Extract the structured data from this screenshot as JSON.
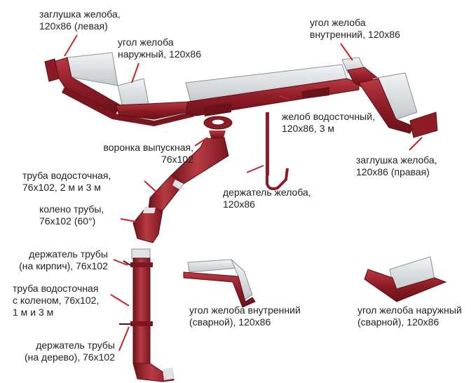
{
  "colors": {
    "gutter_red": "#8e1c26",
    "gutter_red_dark": "#6a121a",
    "gutter_red_light": "#b83a44",
    "inner_silver": "#dfe3e6",
    "inner_silver_dark": "#b9bfc4",
    "leader_red": "#c8242e",
    "text": "#222222"
  },
  "labels": {
    "cap_left": {
      "line1": "заглушка желоба,",
      "line2": "120х86 (левая)"
    },
    "corner_outer": {
      "line1": "угол желоба",
      "line2": "наружный, 120х86"
    },
    "corner_inner": {
      "line1": "угол желоба",
      "line2": "внутренний, 120х86"
    },
    "gutter": {
      "line1": "желоб водосточный,",
      "line2": "120х86, 3 м"
    },
    "cap_right": {
      "line1": "заглушка желоба,",
      "line2": "120х86 (правая)"
    },
    "outlet": {
      "line1": "воронка выпускная,",
      "line2": "76х102"
    },
    "pipe": {
      "line1": "труба водосточная,",
      "line2": "76х102, 2 м и 3 м"
    },
    "gutter_holder": {
      "line1": "держатель желоба,",
      "line2": "120х86"
    },
    "elbow": {
      "line1": "колено трубы,",
      "line2": "76х102 (60°)"
    },
    "pipe_holder_brick": {
      "line1": "держатель трубы",
      "line2": "(на кирпич), 76х102"
    },
    "pipe_with_elbow": {
      "line1": "труба водосточная",
      "line2": "с коленом, 76х102,",
      "line3": "1 м и 3 м"
    },
    "pipe_holder_wood": {
      "line1": "держатель трубы",
      "line2": "(на дерево), 76х102"
    },
    "corner_inner_welded": {
      "line1": "угол желоба внутренний",
      "line2": "(сварной), 120х86"
    },
    "corner_outer_welded": {
      "line1": "угол желоба наружный",
      "line2": "(сварной), 120х86"
    }
  }
}
